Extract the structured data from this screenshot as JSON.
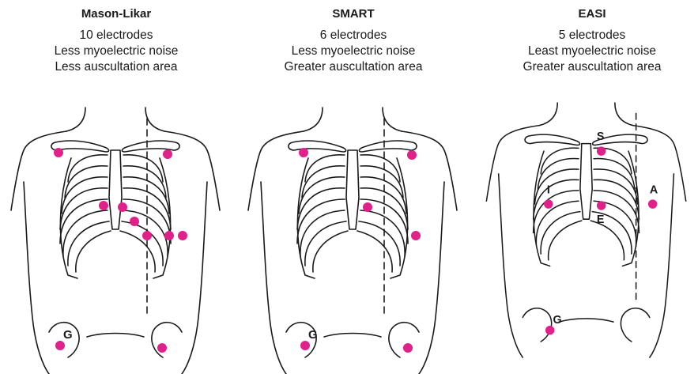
{
  "colors": {
    "electrode": "#e0218a",
    "line": "#1a1a1a",
    "background": "#ffffff"
  },
  "panels": [
    {
      "title": "Mason-Likar",
      "lines": [
        "10 electrodes",
        "Less myoelectric noise",
        "Less auscultation area"
      ],
      "electrode_count": 10,
      "labels": {
        "ground": "G"
      }
    },
    {
      "title": "SMART",
      "lines": [
        "6 electrodes",
        "Less myoelectric noise",
        "Greater auscultation area"
      ],
      "electrode_count": 6,
      "labels": {
        "ground": "G"
      }
    },
    {
      "title": "EASI",
      "lines": [
        "5 electrodes",
        "Least myoelectric noise",
        "Greater auscultation area"
      ],
      "electrode_count": 5,
      "labels": {
        "ground": "G",
        "sternum_top": "S",
        "axilla": "A",
        "sternum_bottom": "E",
        "left_axilla": "I"
      }
    }
  ]
}
